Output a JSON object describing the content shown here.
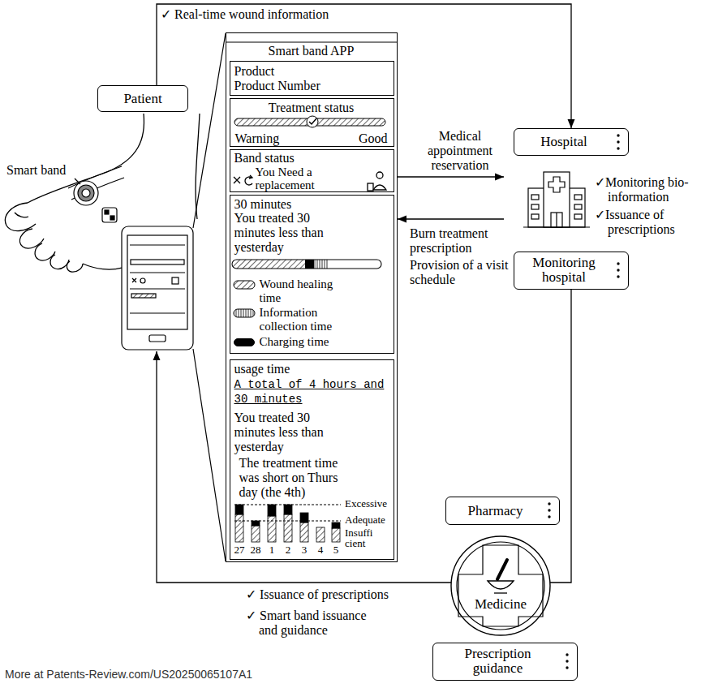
{
  "diagram": {
    "nodes": [
      {
        "text": [
          "Patient"
        ]
      },
      {
        "text": [
          "Smart band APP"
        ]
      },
      {
        "text": [
          "Product",
          "Product Number"
        ],
        "in": 1
      },
      {
        "text": [
          "Treatment status",
          "Warning",
          "Good"
        ],
        "in": 1
      },
      {
        "text": [
          "Band status",
          "You Need a replacement"
        ],
        "in": 1
      },
      {
        "text": [
          "30 minutes",
          "You treated 30 minutes less than yesterday"
        ],
        "in": 1
      },
      {
        "text": [
          "usage time",
          "A total of 4 hours and 30 minutes",
          "You treated 30 minutes less than yesterday",
          "The treatment time was short on Thurs day (the 4th)"
        ],
        "in": 1
      },
      {
        "text": [
          "Hospital"
        ]
      },
      {
        "text": [
          "Monitoring hospital"
        ]
      },
      {
        "text": [
          "Pharmacy"
        ]
      },
      {
        "text": [
          "Medicine"
        ]
      },
      {
        "text": [
          "Prescription guidance"
        ]
      }
    ],
    "edges": [
      {
        "from": 0,
        "to": 7,
        "arrow": "to",
        "label": "✓ Real-time wound information"
      },
      {
        "from": 1,
        "to": 7,
        "arrow": "to",
        "label": "Medical appointment reservation"
      },
      {
        "from": 7,
        "to": 1,
        "arrow": "to",
        "label": "Burn treatment prescription"
      },
      {
        "from": 8,
        "to": 0,
        "arrow": "to"
      }
    ],
    "labels": [
      "Smart band",
      "✓Monitoring bio-information",
      "✓Issuance of prescriptions",
      "Provision of a visit schedule",
      "Excessive",
      "Adequate",
      "Insuffi cient",
      "27",
      "28",
      "1",
      "2",
      "3",
      "4",
      "5",
      "✓ Issuance of prescriptions",
      "✓ Smart band issuance and guidance",
      "More at Patents-Review.com/US20250065107A1"
    ],
    "legend": [
      {
        "text": "Wound healing time"
      },
      {
        "text": "Information collection time"
      },
      {
        "text": "Charging time",
        "color": "#000000"
      }
    ]
  }
}
